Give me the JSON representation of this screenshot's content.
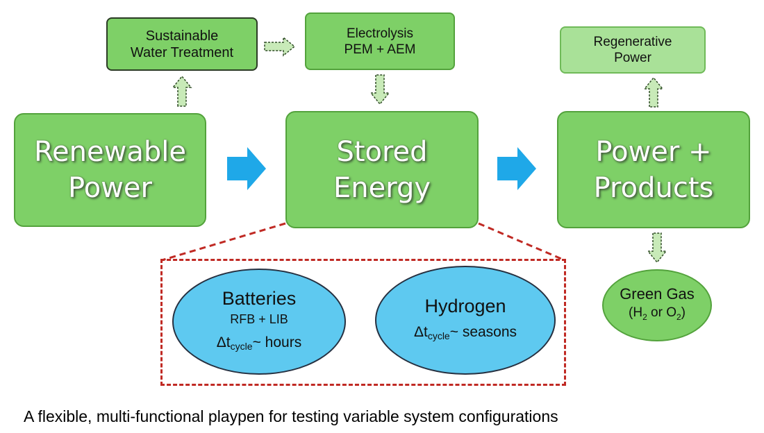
{
  "nodes": {
    "water_treatment": [
      "Sustainable",
      "Water Treatment"
    ],
    "electrolysis": [
      "Electrolysis",
      "PEM + AEM"
    ],
    "regenerative": [
      "Regenerative",
      "Power"
    ],
    "renewable": [
      "Renewable",
      "Power"
    ],
    "stored": [
      "Stored",
      "Energy"
    ],
    "products": [
      "Power +",
      "Products"
    ]
  },
  "storage": {
    "batteries": {
      "title": "Batteries",
      "sub": "RFB + LIB",
      "delta": "Δt",
      "cycle_sub": "cycle",
      "cycle_value": "~ hours"
    },
    "hydrogen": {
      "title": "Hydrogen",
      "delta": "Δt",
      "cycle_sub": "cycle",
      "cycle_value": "~ seasons"
    }
  },
  "green_gas": {
    "title": "Green Gas",
    "open": "(H",
    "sub1": "2",
    "middle": " or O",
    "sub2": "2",
    "close": ")"
  },
  "caption": "A flexible, multi-functional playpen for testing variable system configurations",
  "colors": {
    "box_fill": "#7ed067",
    "box_border": "#53a23c",
    "regenerative_fill": "#a9e198",
    "ellipse_fill": "#5ec9f0",
    "flow_arrow": "#1fa8e8",
    "dashed_border": "#c02a24"
  }
}
